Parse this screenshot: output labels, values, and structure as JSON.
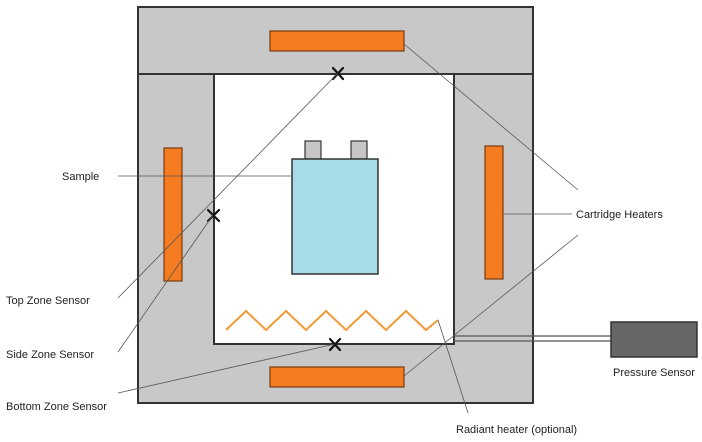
{
  "labels": {
    "sample": "Sample",
    "cartridge_heaters": "Cartridge Heaters",
    "top_zone_sensor": "Top Zone Sensor",
    "side_zone_sensor": "Side Zone Sensor",
    "bottom_zone_sensor": "Bottom Zone Sensor",
    "radiant_heater": "Radiant heater (optional)",
    "pressure_sensor": "Pressure Sensor"
  },
  "colors": {
    "insulation": "#c8c8c8",
    "chamber": "#ffffff",
    "cartridge_heater": "#f47b20",
    "radiant_heater": "#f29a3a",
    "sample": "#a7dbe8",
    "sample_terminal": "#c6c6c6",
    "pressure_sensor": "#666666"
  },
  "icons": {
    "sensor_marker": "x-mark-icon"
  }
}
